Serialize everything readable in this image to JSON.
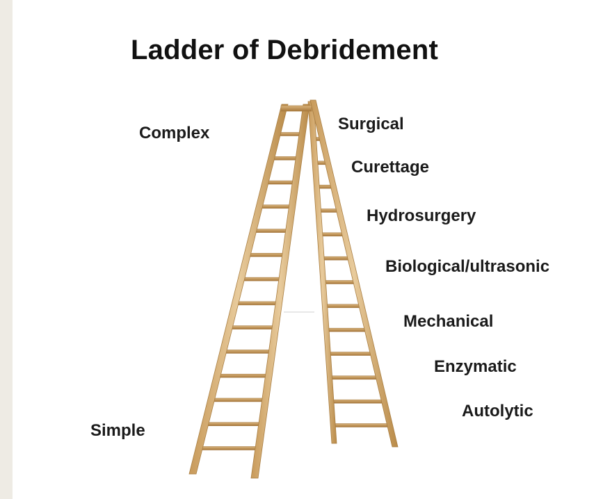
{
  "title": "Ladder of Debridement",
  "scale": {
    "top": "Complex",
    "bottom": "Simple"
  },
  "methods": [
    "Surgical",
    "Curettage",
    "Hydrosurgery",
    "Biological/ultrasonic",
    "Mechanical",
    "Enzymatic",
    "Autolytic"
  ],
  "colors": {
    "ladder_wood": "#dcb98a",
    "ladder_edge": "#b8904e",
    "rung": "#c99a55",
    "background_band": "#eeebe4"
  }
}
